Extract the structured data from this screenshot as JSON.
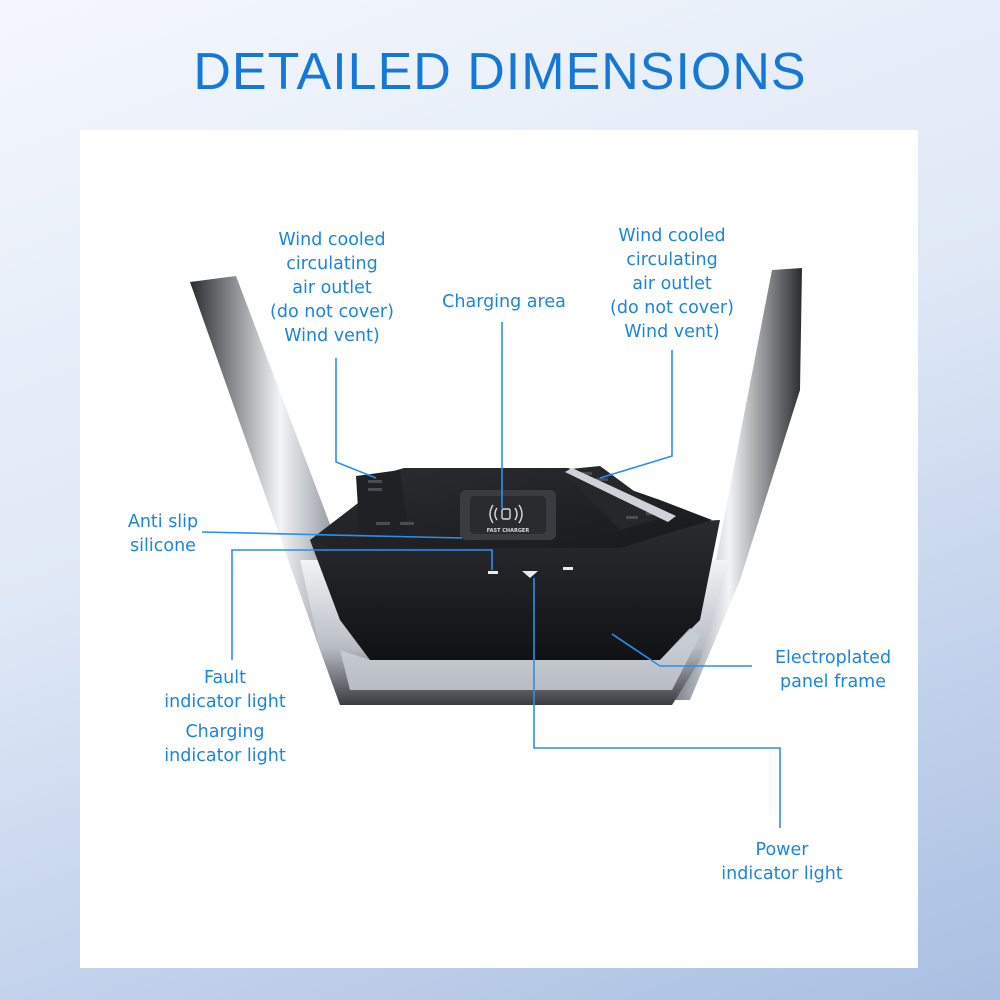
{
  "title": "DETAILED DIMENSIONS",
  "colors": {
    "accent": "#1478d8",
    "label_text": "#1a85e0",
    "leader_line": "#2a8ff0",
    "device_body": "#1c1d20",
    "chrome": "#d8dbe0"
  },
  "device": {
    "pad_icon": "wireless-charging-icon",
    "pad_text": "FAST CHARGER"
  },
  "labels": {
    "wind_left": [
      "Wind cooled",
      "circulating",
      "air outlet",
      "(do not cover)",
      "Wind vent)"
    ],
    "wind_right": [
      "Wind cooled",
      "circulating",
      "air outlet",
      "(do not cover)",
      "Wind vent)"
    ],
    "charging_area": "Charging area",
    "anti_slip": [
      "Anti slip",
      "silicone"
    ],
    "fault": [
      "Fault",
      "indicator light"
    ],
    "charging_indicator": [
      "Charging",
      "indicator light"
    ],
    "electroplated": [
      "Electroplated",
      "panel frame"
    ],
    "power": [
      "Power",
      "indicator light"
    ]
  }
}
